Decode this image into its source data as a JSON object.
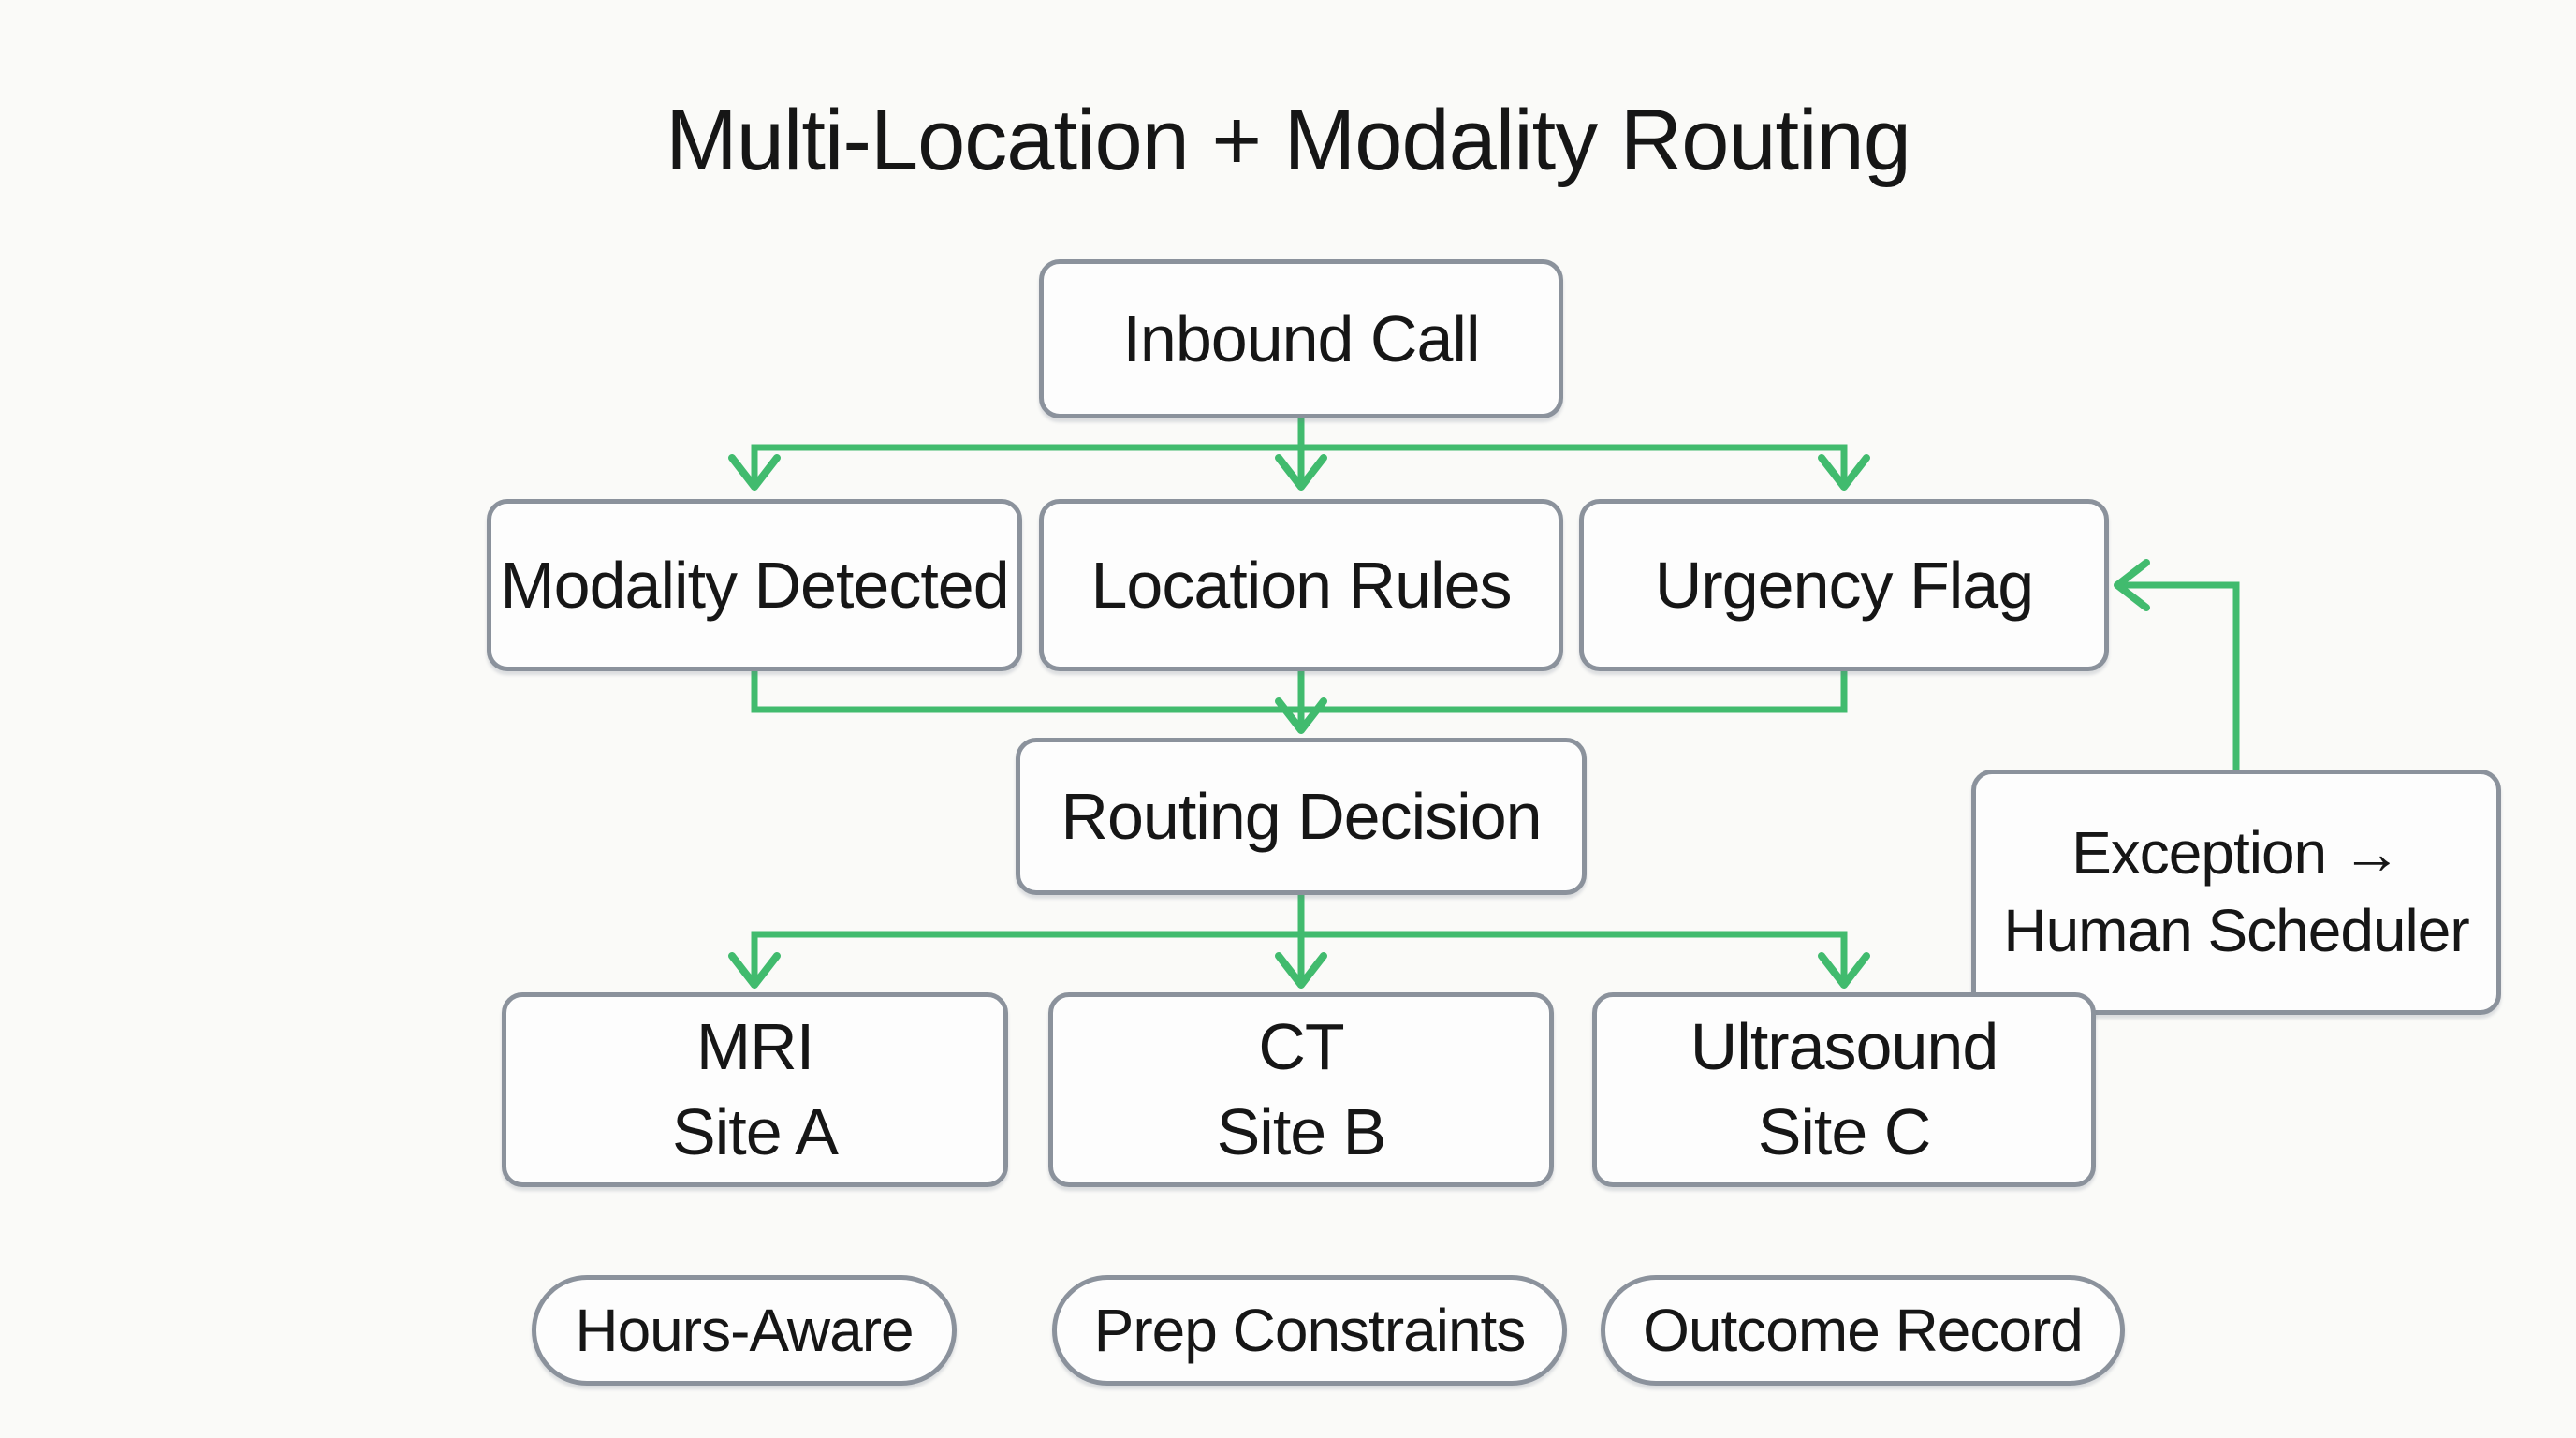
{
  "title": "Multi-Location + Modality Routing",
  "colors": {
    "arrow": "#41bb6e",
    "border": "#8b929c",
    "text": "#161616",
    "background": "#fafaf8",
    "node_fill": "#fdfdfd"
  },
  "nodes": {
    "inbound": {
      "label": "Inbound Call"
    },
    "modality": {
      "label": "Modality Detected"
    },
    "location": {
      "label": "Location Rules"
    },
    "urgency": {
      "label": "Urgency Flag"
    },
    "routing": {
      "label": "Routing Decision"
    },
    "exception": {
      "line1": "Exception →",
      "line2": "Human Scheduler"
    },
    "mri": {
      "line1": "MRI",
      "line2": "Site A"
    },
    "ct": {
      "line1": "CT",
      "line2": "Site B"
    },
    "ultrasound": {
      "line1": "Ultrasound",
      "line2": "Site C"
    }
  },
  "pills": [
    {
      "label": "Hours-Aware"
    },
    {
      "label": "Prep Constraints"
    },
    {
      "label": "Outcome Record"
    }
  ],
  "edges": [
    {
      "from": "inbound",
      "to": "modality"
    },
    {
      "from": "inbound",
      "to": "location"
    },
    {
      "from": "inbound",
      "to": "urgency"
    },
    {
      "from": "modality",
      "to": "routing"
    },
    {
      "from": "location",
      "to": "routing"
    },
    {
      "from": "urgency",
      "to": "routing"
    },
    {
      "from": "routing",
      "to": "mri"
    },
    {
      "from": "routing",
      "to": "ct"
    },
    {
      "from": "routing",
      "to": "ultrasound"
    },
    {
      "from": "exception",
      "to": "urgency"
    }
  ]
}
